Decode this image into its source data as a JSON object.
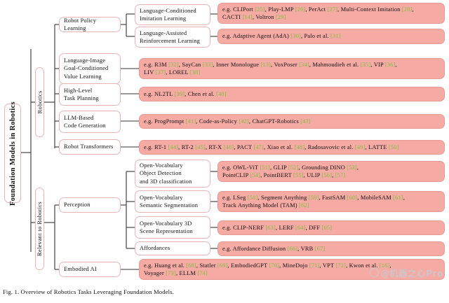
{
  "figure": {
    "caption": "Fig. 1.   Overview of Robotics Tasks Leveraging Foundation Models.",
    "watermark": "@机器之心Pro",
    "accent_pink": "#f6aaa4",
    "accent_border": "#e8b5b7",
    "citation_color": "#7fbf3f"
  },
  "root": {
    "label": "Foundation Models in Robotics"
  },
  "branches": {
    "robotics": {
      "label": "Robotics"
    },
    "relevant": {
      "label": "Relevant to Robotics"
    }
  },
  "categories": {
    "robot_policy_learning": "Robot Policy Learning",
    "value_learning": "Language-Image\nGoal-Conditioned\nValue Learning",
    "task_planning": "High-Level\nTask Planning",
    "code_generation": "LLM-Based\nCode Generation",
    "robot_transformers": "Robot Transformers",
    "perception": "Perception",
    "embodied_ai": "Embodied AI"
  },
  "subcategories": {
    "lc_imitation": "Language-Conditioned\nImitation Learning",
    "la_reinforcement": "Language-Assisted\nReinforcement Learning",
    "ov_object_detection": "Open-Vocabulary\nObject Detection\nand 3D classification",
    "ov_semantic_segmentation": "Open-Vocabulary\nSemantic Segmentation",
    "ov_3d_scene": "Open-Vocabulary 3D\nScene Representation",
    "affordances": "Affordances"
  },
  "examples": {
    "lc_imitation": "e.g. CLIPort [25], Play-LMP [26], PerAct [27], Multi-Context Imitation [28],\nCACTI [14], Voltron [29]",
    "la_reinforcement": "e.g. Adaptive Agent (AdA) [30], Palo et al. [31]",
    "value_learning": "e.g. R3M [32], SayCan [33], Inner Monologue [13], VoxPoser [34], Mahmoudieh et al. [35], VIP [36],\nLIV [37], LOREL [38]",
    "task_planning": "e.g. NL2TL [39], Chen et al. [40]",
    "code_generation": "e.g. ProgPrompt [41], Code-as-Policy [42], ChatGPT-Robotics [43]",
    "robot_transformers": "e.g. RT-1 [44], RT-2 [45], RT-X [46], PACT [47], Xiao et al. [48], Radosavovic et al. [49], LATTE [50]",
    "ov_object_detection": "e.g. OWL-ViT [51], GLIP [52], Grounding DINO [53],\nPointCLIP [54], PointBERT [55], ULIP [56], [57]",
    "ov_semantic_segmentation": "e.g. LSeg [58], Segment Anything [59], FastSAM [60], MobileSAM [61],\nTrack Anything Model (TAM) [62]",
    "ov_3d_scene": "e.g. CLIP-NERF [63], LERF [64], DFF [65]",
    "affordances": "e.g. Affordance Diffusion [66], VRB [67]",
    "embodied_ai": "e.g. Huang et al. [68], Statler [69], EmbodiedGPT [70], MineDojo [71], VPT [72], Kwon et al. [16],\nVoyager [73], ELLM [74]"
  }
}
